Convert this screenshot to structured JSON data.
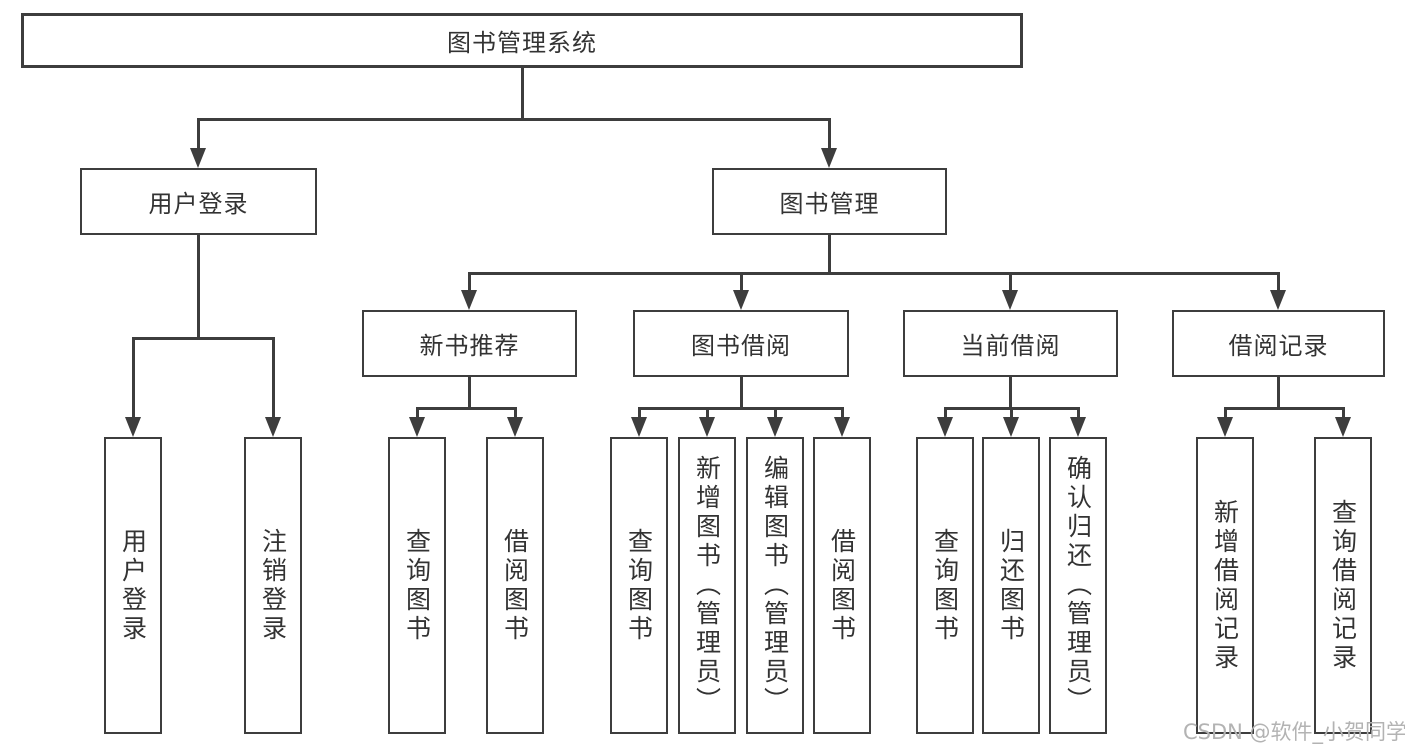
{
  "tree": {
    "root": {
      "label": "图书管理系统"
    },
    "branches": [
      {
        "label": "用户登录",
        "children": [
          {
            "label": "用户登录"
          },
          {
            "label": "注销登录"
          }
        ]
      },
      {
        "label": "图书管理",
        "children": [
          {
            "label": "新书推荐",
            "children": [
              {
                "label": "查询图书"
              },
              {
                "label": "借阅图书"
              }
            ]
          },
          {
            "label": "图书借阅",
            "children": [
              {
                "label": "查询图书"
              },
              {
                "label": "新增图书（管理员）"
              },
              {
                "label": "编辑图书（管理员）"
              },
              {
                "label": "借阅图书"
              }
            ]
          },
          {
            "label": "当前借阅",
            "children": [
              {
                "label": "查询图书"
              },
              {
                "label": "归还图书"
              },
              {
                "label": "确认归还（管理员）"
              }
            ]
          },
          {
            "label": "借阅记录",
            "children": [
              {
                "label": "新增借阅记录"
              },
              {
                "label": "查询借阅记录"
              }
            ]
          }
        ]
      }
    ]
  },
  "watermark": {
    "text": "CSDN @软件_小贺同学"
  },
  "colors": {
    "line": "#3d3d3d",
    "text": "#333333",
    "watermark": "#b3b3b3",
    "background": "#ffffff"
  }
}
